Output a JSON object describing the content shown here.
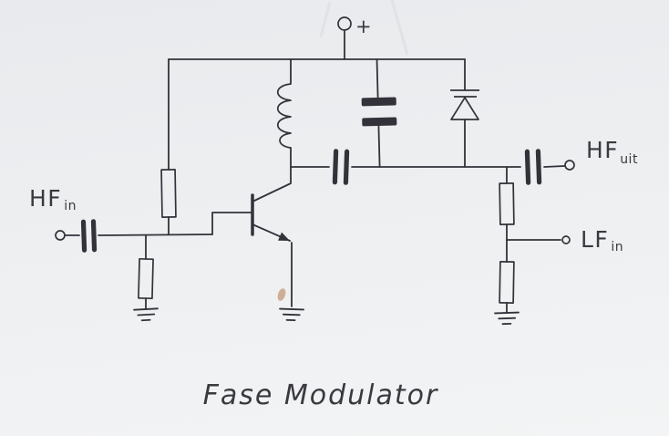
{
  "scan": {
    "title": "Fase Modulator",
    "labels": {
      "supply_plus": "+",
      "hf_in": {
        "main": "HF",
        "sub": "in"
      },
      "hf_uit": {
        "main": "HF",
        "sub": "uit"
      },
      "lf_in": {
        "main": "LF",
        "sub": "in"
      }
    },
    "colors": {
      "ink": "#33323a",
      "paper": "#edeff1"
    },
    "components": [
      "supply-terminal",
      "top-rail",
      "bias-resistor",
      "input-terminal",
      "input-coupling-capacitor",
      "input-shunt-resistor",
      "npn-transistor",
      "inductor",
      "bypass-capacitor",
      "varactor-diode",
      "output-coupling-capacitor-1",
      "output-coupling-capacitor-2",
      "hf-output-terminal",
      "lf-series-resistor",
      "lf-input-terminal",
      "lf-shunt-resistor",
      "ground-symbol-input",
      "ground-symbol-emitter",
      "ground-symbol-lf"
    ]
  }
}
